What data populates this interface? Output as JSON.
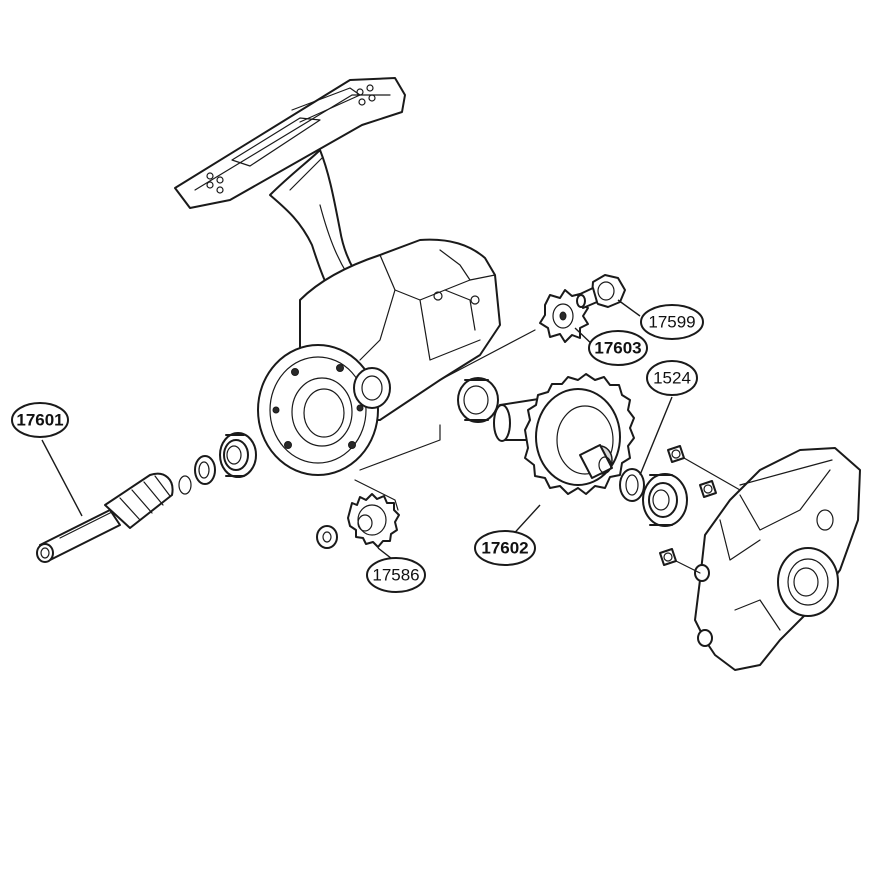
{
  "callouts": [
    {
      "id": "p17601",
      "label": "17601",
      "bold": true
    },
    {
      "id": "p17586",
      "label": "17586",
      "bold": false
    },
    {
      "id": "p17599",
      "label": "17599",
      "bold": false
    },
    {
      "id": "p17603",
      "label": "17603",
      "bold": true
    },
    {
      "id": "p1524",
      "label": "1524",
      "bold": false
    },
    {
      "id": "p17602",
      "label": "17602",
      "bold": true
    }
  ]
}
